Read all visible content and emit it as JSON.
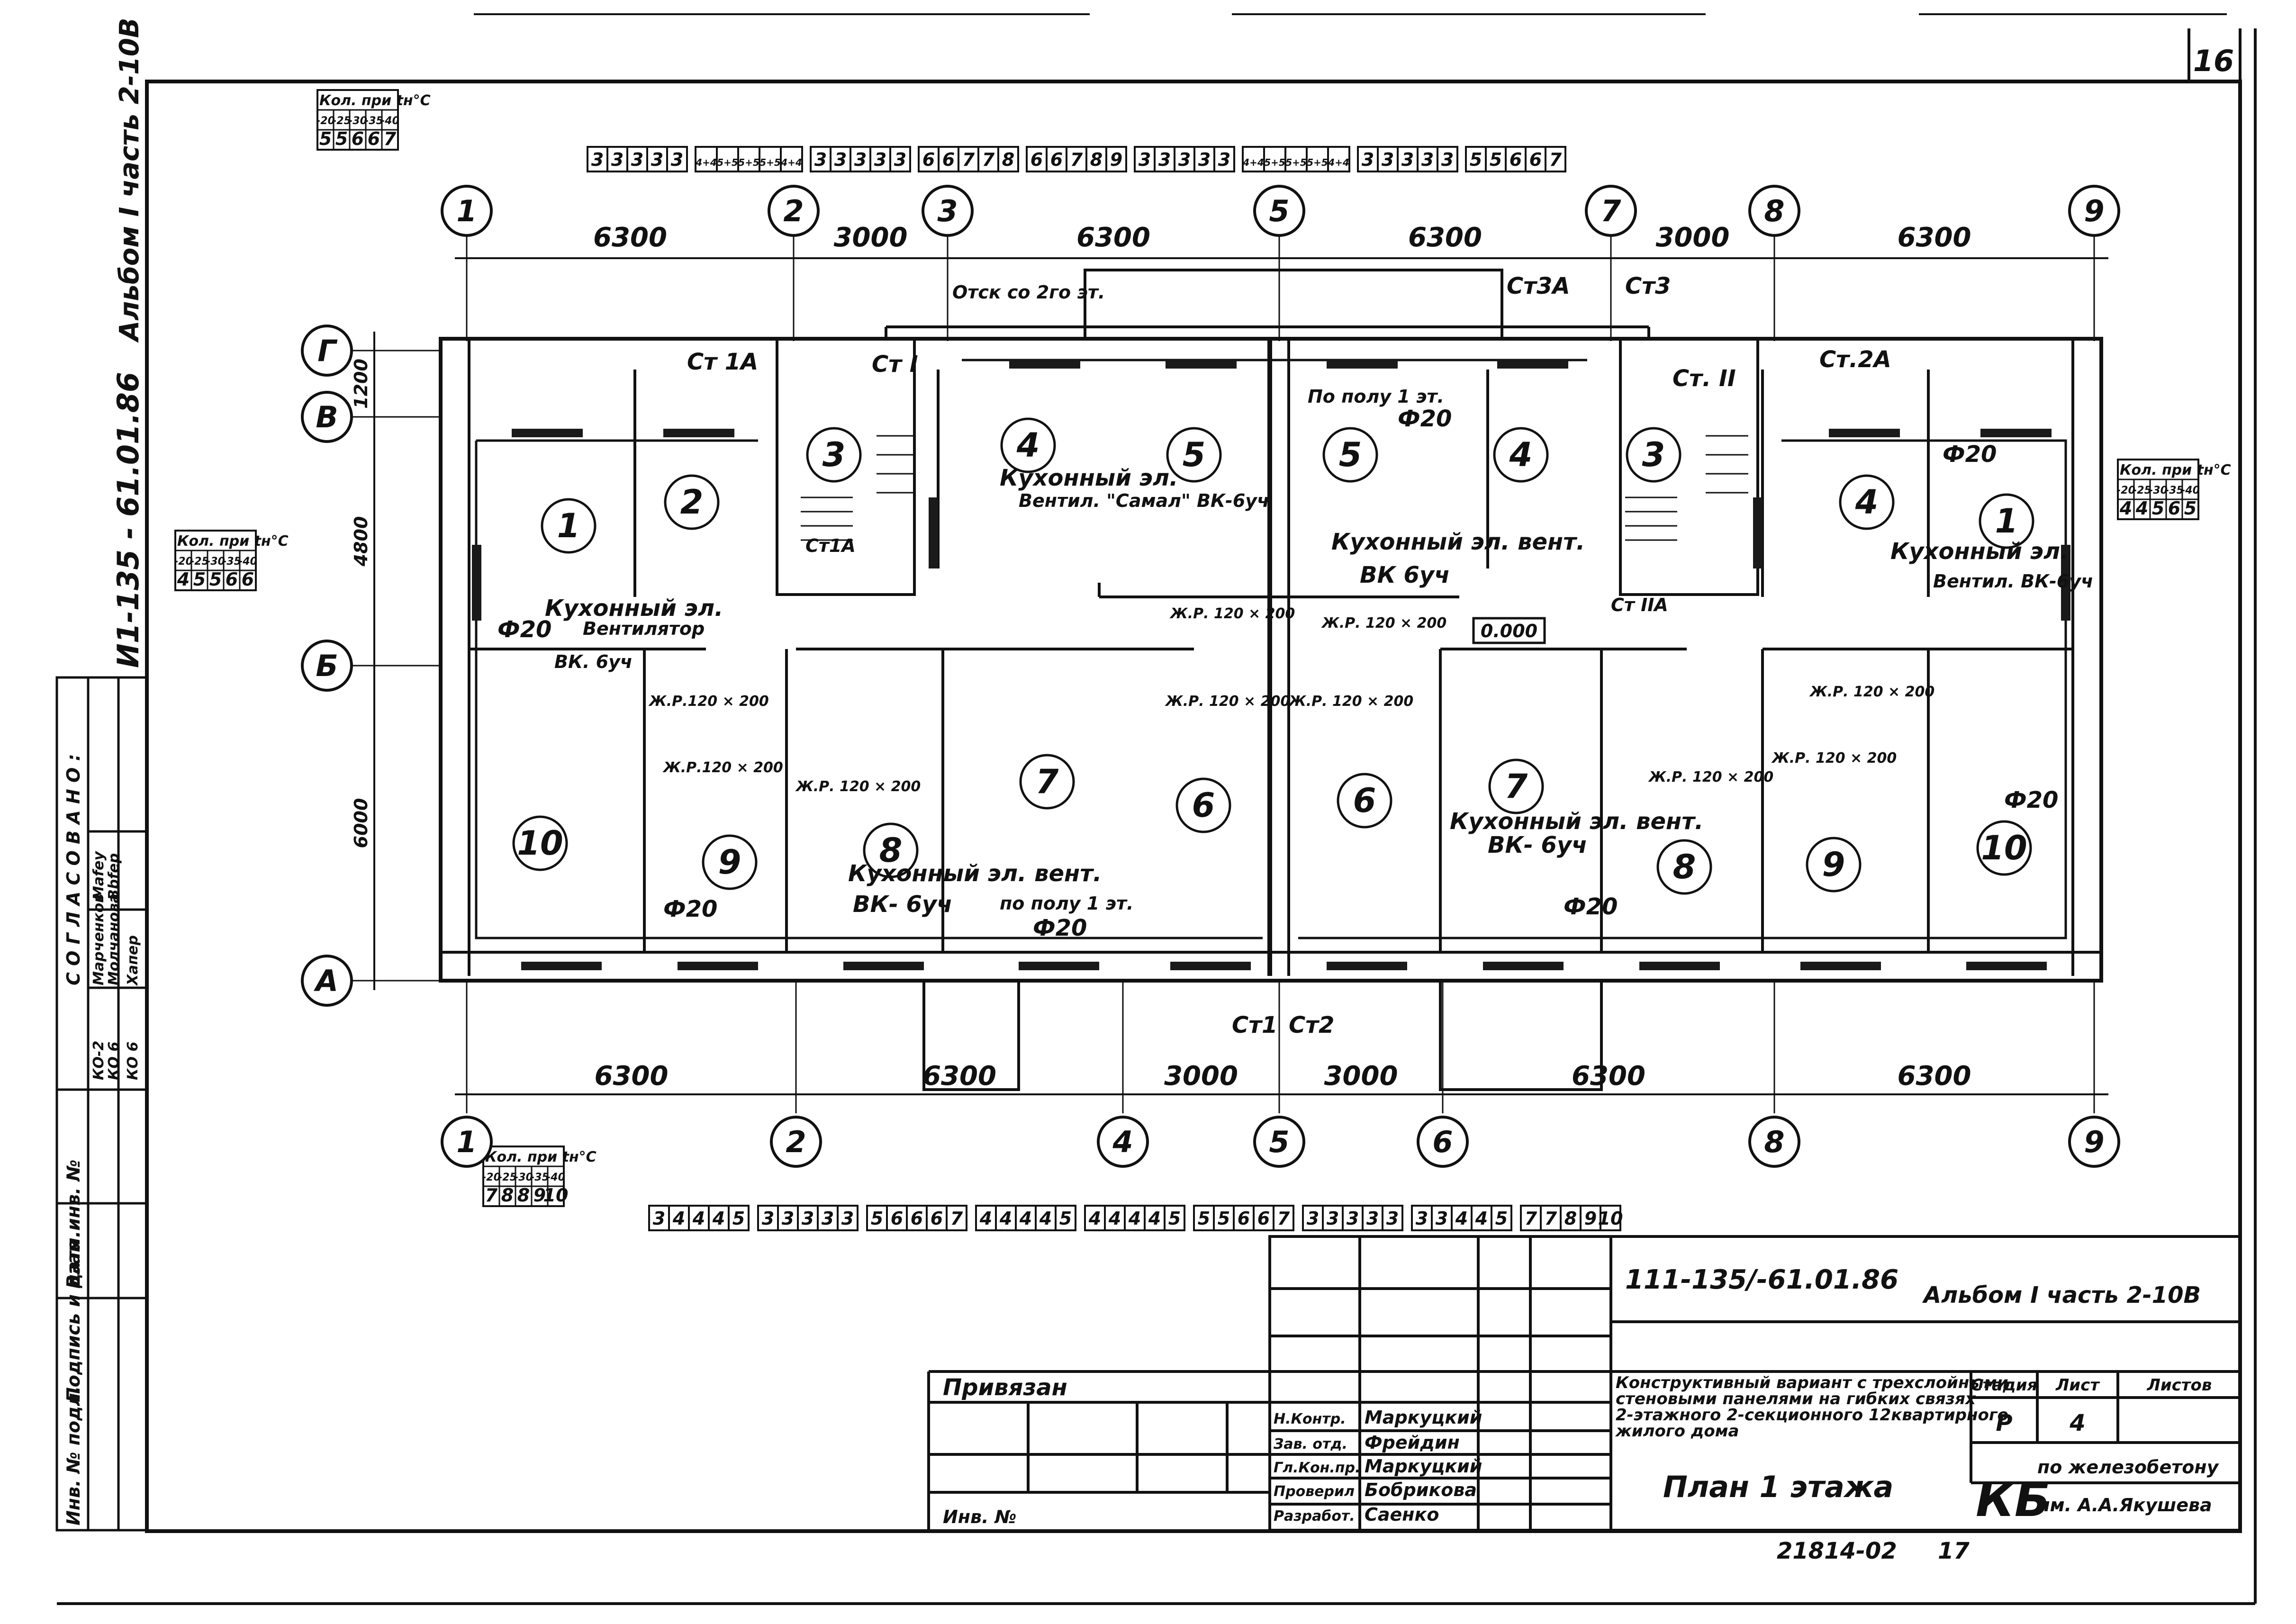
{
  "sheet": {
    "page_number": "16",
    "album_vertical": "Альбом  I   часть 2-10В",
    "code_vertical": "И1-135 - 61.01.86",
    "agreed_vertical": "С О Г Л А С О В А Н О :",
    "agree_rows": [
      [
        "КО-2",
        "Марченков",
        "Mafey"
      ],
      [
        "КО 6",
        "Молчанова",
        "Bbfep"
      ],
      [
        "КО 6",
        "Хапер",
        ""
      ]
    ],
    "side_stamp": [
      "Инв. № подл.",
      "Подпись и дата",
      "Взам.инв. №"
    ]
  },
  "temp_tables": {
    "header": "Кол. при tн°С",
    "temps": [
      "-20",
      "-25",
      "-30",
      "-35",
      "-40"
    ],
    "top_left_values": [
      "5",
      "5",
      "6",
      "6",
      "7"
    ],
    "left_values": [
      "4",
      "5",
      "5",
      "6",
      "6"
    ],
    "right_values": [
      "4",
      "4",
      "5",
      "6",
      "5"
    ],
    "bottom_left_values": [
      "7",
      "8",
      "8",
      "9",
      "10"
    ]
  },
  "top_count_groups": [
    [
      "3",
      "3",
      "3",
      "3",
      "3"
    ],
    [
      "4+4",
      "5+5",
      "5+5",
      "5+5",
      "4+4"
    ],
    [
      "3",
      "3",
      "3",
      "3",
      "3"
    ],
    [
      "6",
      "6",
      "7",
      "7",
      "8"
    ],
    [
      "6",
      "6",
      "7",
      "8",
      "9"
    ],
    [
      "3",
      "3",
      "3",
      "3",
      "3"
    ],
    [
      "4+4",
      "5+5",
      "5+5",
      "5+5",
      "4+4"
    ],
    [
      "3",
      "3",
      "3",
      "3",
      "3"
    ],
    [
      "5",
      "5",
      "6",
      "6",
      "7"
    ]
  ],
  "bottom_count_groups": [
    [
      "3",
      "4",
      "4",
      "4",
      "5"
    ],
    [
      "3",
      "3",
      "3",
      "3",
      "3"
    ],
    [
      "5",
      "6",
      "6",
      "6",
      "7"
    ],
    [
      "4",
      "4",
      "4",
      "4",
      "5"
    ],
    [
      "4",
      "4",
      "4",
      "4",
      "5"
    ],
    [
      "5",
      "5",
      "6",
      "6",
      "7"
    ],
    [
      "3",
      "3",
      "3",
      "3",
      "3"
    ],
    [
      "3",
      "3",
      "4",
      "4",
      "5"
    ],
    [
      "7",
      "7",
      "8",
      "9",
      "10"
    ]
  ],
  "axes": {
    "top": [
      "1",
      "2",
      "3",
      "5",
      "7",
      "8",
      "9"
    ],
    "bottom": [
      "1",
      "2",
      "4",
      "5",
      "6",
      "8",
      "9"
    ],
    "rows": [
      "Г",
      "В",
      "Б",
      "А"
    ]
  },
  "dims": {
    "top": [
      "6300",
      "3000",
      "6300",
      "6300",
      "3000",
      "6300"
    ],
    "bottom": [
      "6300",
      "6300",
      "3000",
      "3000",
      "6300",
      "6300"
    ],
    "left": [
      "1200",
      "4800",
      "6000"
    ]
  },
  "rooms": [
    "1",
    "2",
    "3",
    "4",
    "5",
    "5",
    "4",
    "3",
    "4",
    "1",
    "10",
    "9",
    "8",
    "7",
    "6",
    "6",
    "7",
    "8",
    "9",
    "10"
  ],
  "labels": {
    "st1a": "Ст 1А",
    "st1": "Ст I",
    "st1a_bottom": "Ст1А",
    "st3a": "Ст3А",
    "st3": "Ст3",
    "st2": "Ст. II",
    "st2a": "Ст.2А",
    "st2a_bottom": "Ст IIА",
    "st1_b": "Ст1",
    "st2_b": "Ст2",
    "otsk": "Отск со 2го эт.",
    "po_polu_1": "По полу 1 эт.",
    "po_polu_2": "по полу 1 эт.",
    "phi20": "Ф20",
    "kitchen_vent": "Кухонный эл.",
    "ventilyator": "Вентилятор",
    "vk6uch": "ВК. 6уч",
    "ventil_samal": "Вентил. \"Самал\" ВК-6уч",
    "kitchen_vent_2": "Кухонный эл. вент.",
    "vk_6uch": "ВК 6уч",
    "vk_6uch_b": "ВК- 6уч",
    "ventil_vk6uch": "Вентил. ВК-6уч",
    "kitchen_vent_3": "Кухонный эл. вент.",
    "vk_6uch_c": "ВК- 6уч",
    "kitchen_short": "Кухонный  эл.",
    "zhr_a": "Ж.Р. 120 × 200",
    "zhr_b": "Ж.Р. 120 × 200",
    "zhr_c": "Ж.Р.120 × 200",
    "zhr_d": "Ж.Р.120 × 200",
    "zhr_e": "Ж.Р. 120 × 200",
    "zhr_f": "Ж.Р. 120 × 200",
    "zhr_g": "Ж.Р. 120 × 200",
    "zhr_h": "Ж.Р. 120 × 200",
    "zhr_i": "Ж.Р. 120 × 200",
    "zhr_j": "Ж.Р. 120 × 200",
    "level": "0.000"
  },
  "title_block": {
    "code": "111-135/-61.01.86",
    "album": "Альбом I  часть 2-10В",
    "description": "Конструктивный вариант с трехслойными стеновыми панелями на гибких связях 2-этажного 2-секционного 12квартирного жилого дома",
    "sheet_title": "План  1  этажа",
    "stage_label": "Стадия",
    "sheet_label": "Лист",
    "sheets_label": "Листов",
    "stage": "Р",
    "sheet": "4",
    "sheets": "",
    "org_logo": "КБ",
    "org": "по железобетону им. А.А.Якушева",
    "privyazan": "Привязан",
    "inv": "Инв. № ",
    "people": [
      [
        "Н.Контр.",
        "Маркуцкий"
      ],
      [
        "Зав. отд.",
        "Фрейдин"
      ],
      [
        "Гл.Кон.пр.",
        "Маркуцкий"
      ],
      [
        "Проверил",
        "Бобрикова"
      ],
      [
        "Разработ.",
        "Саенко"
      ]
    ],
    "footer_number": "21814-02",
    "footer_page": "17"
  },
  "colors": {
    "ink": "#111111",
    "paper": "#ffffff",
    "radiator": "#1a1a1a"
  }
}
